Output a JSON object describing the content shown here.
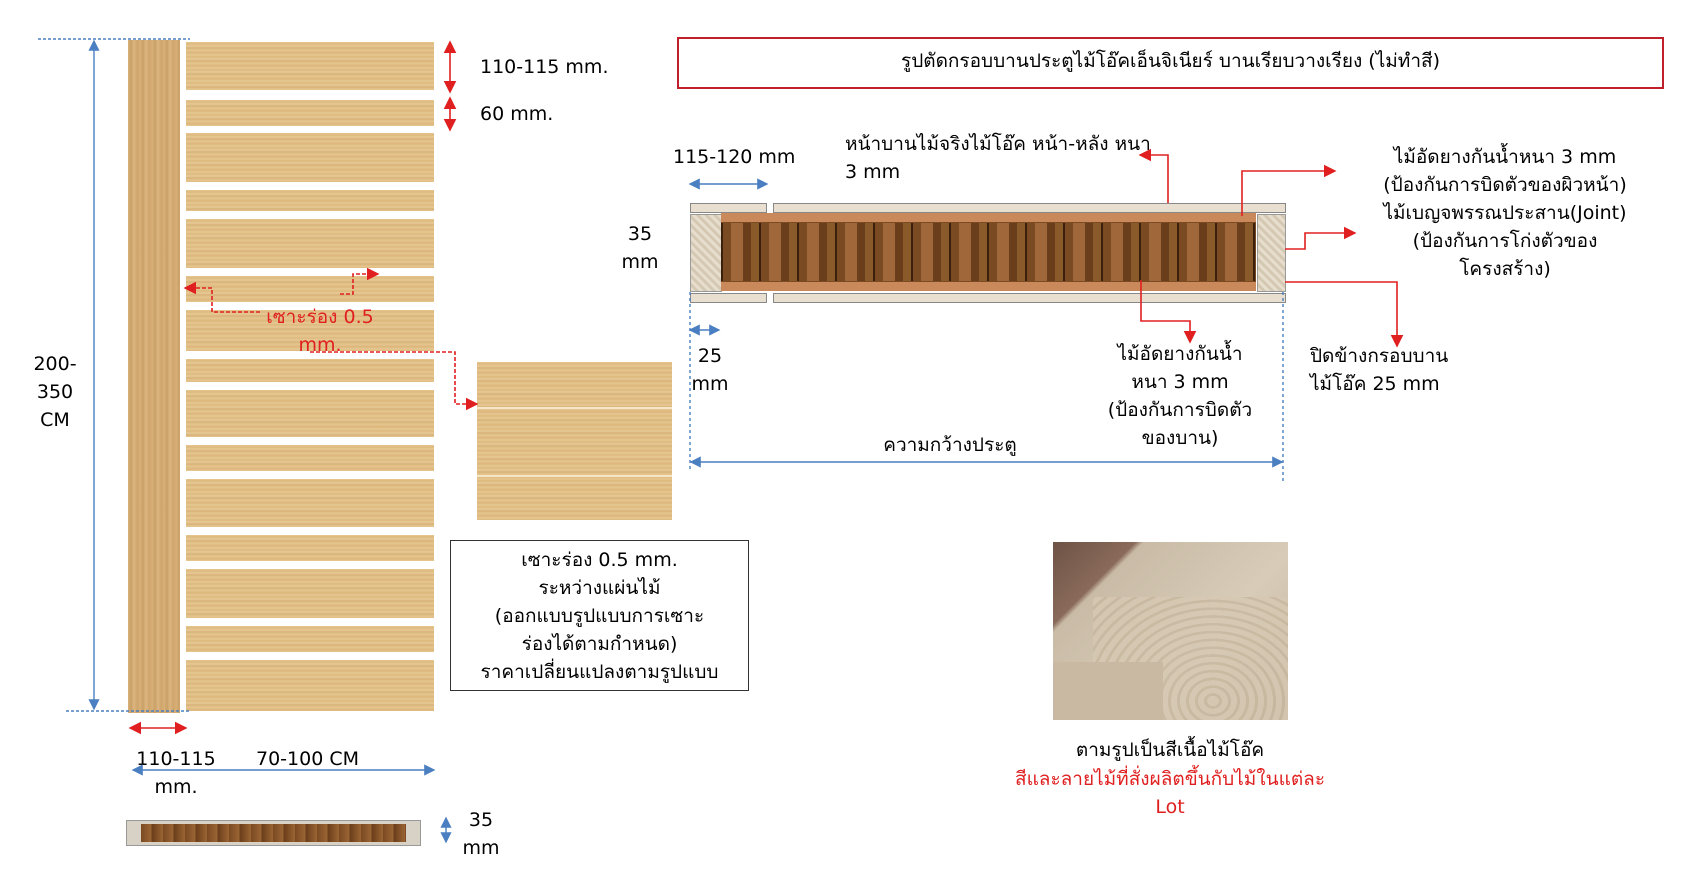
{
  "door_elevation": {
    "height_label": "200-\n350\nCM",
    "groove_label": "เซาะร่อง 0.5\nmm.",
    "plank_top_label": "110-115 mm.",
    "plank_small_label": "60 mm.",
    "stile_width_label": "110-115\nmm.",
    "door_width_label": "70-100 CM",
    "thickness_label": "35\nmm"
  },
  "groove_note": {
    "text": "เซาะร่อง 0.5 mm.\nระหว่างแผ่นไม้\n(ออกแบบรูปแบบการเซาะ\nร่องได้ตามกำหนด)\nราคาเปลี่ยนแปลงตามรูปแบบ"
  },
  "section": {
    "title": "รูปตัดกรอบบานประตูไม้โอ๊คเอ็นจิเนียร์ บานเรียบวางเรียง (ไม่ทำสี)",
    "face_veneer_label": "หน้าบานไม้จริงไม้โอ๊ค หน้า-หลัง หนา\n3 mm",
    "stile_width_label": "115-120 mm",
    "thickness_label": "35\nmm",
    "edge_label": "25\nmm",
    "plywood_top_label": "ไม้อัดยางกันน้ำหนา 3 mm\n(ป้องกันการบิดตัวของผิวหน้า)",
    "joint_label": "ไม้เบญจพรรณประสาน(Joint)\n(ป้องกันการโก่งตัวของ\nโครงสร้าง)",
    "plywood_bottom_label": "ไม้อัดยางกันน้ำ\nหนา 3 mm\n(ป้องกันการบิดตัว\nของบาน)",
    "frame_label": "ปิดข้างกรอบบาน\nไม้โอ๊ค 25 mm",
    "door_width_label": "ความกว้างประตู"
  },
  "sample": {
    "caption": "ตามรูปเป็นสีเนื้อไม้โอ๊ค",
    "warning": "สีและลายไม้ที่สั่งผลิตขึ้นกับไม้ในแต่ละ\nLot"
  },
  "colors": {
    "dimension": "#4a7fc1",
    "callout": "#e02020",
    "title_border": "#c0202a"
  }
}
